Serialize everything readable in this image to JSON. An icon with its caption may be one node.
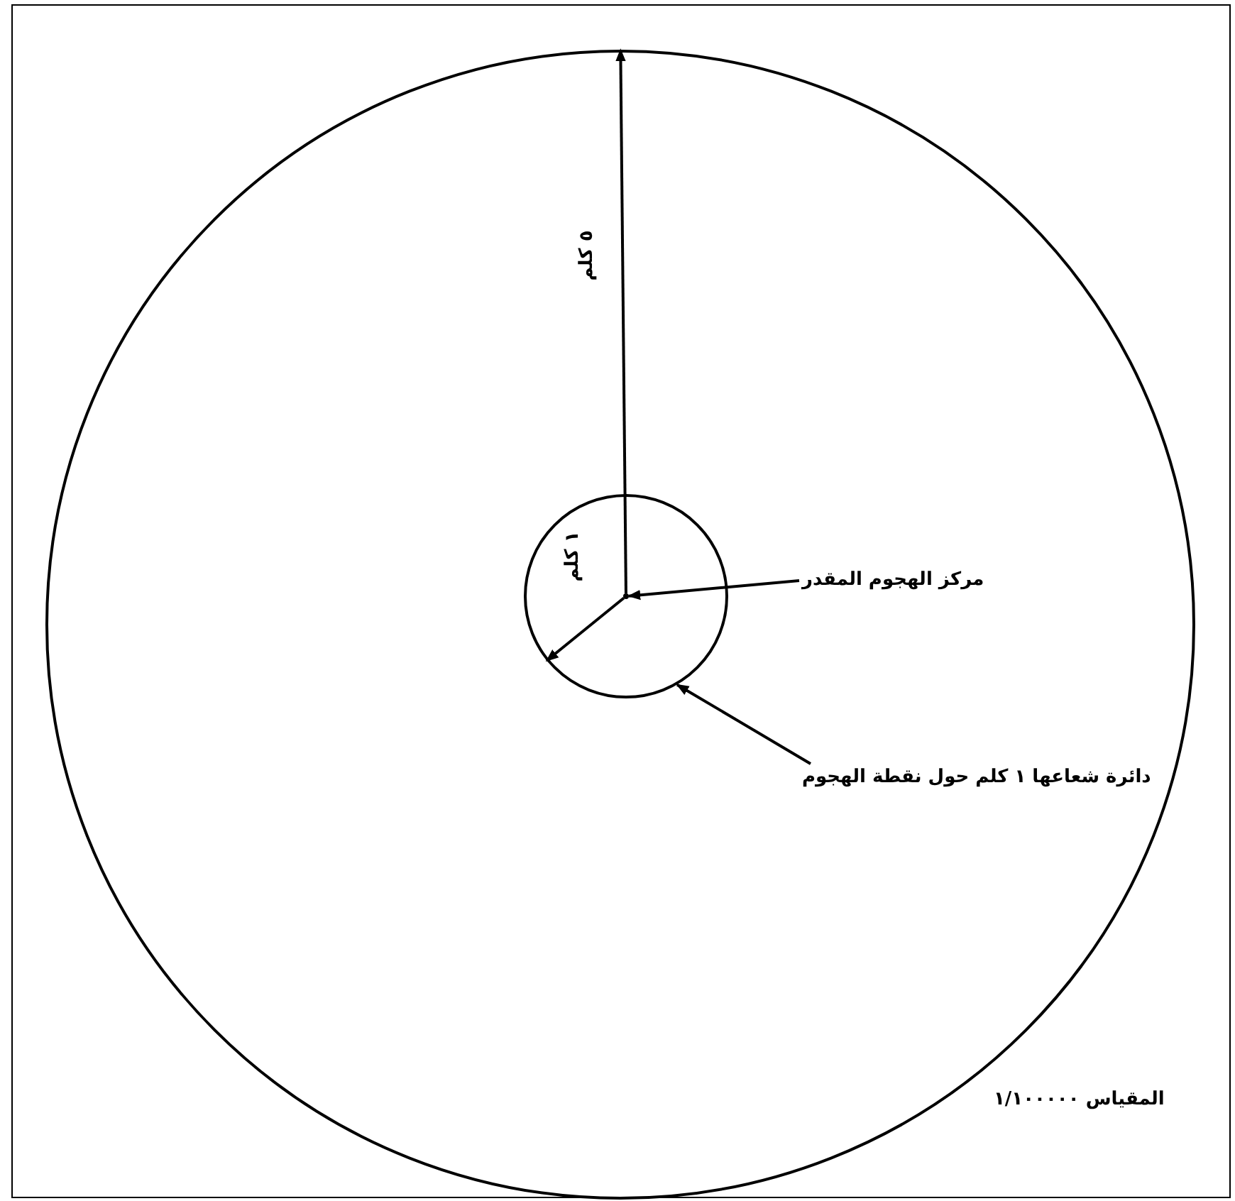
{
  "diagram": {
    "nodes": [
      {
        "text": [],
        "shape": "circle"
      },
      {
        "text": [],
        "shape": "circle",
        "in": 0
      },
      {
        "text": [
          "مركز الهجوم المقدر"
        ],
        "in": 0
      },
      {
        "text": [
          "دائرة شعاعها ١ كلم حول نقطة الهجوم"
        ],
        "in": 0
      },
      {
        "text": [],
        "shape": "dot",
        "in": 1
      }
    ],
    "edges": [
      {
        "from": 2,
        "to": 4,
        "arrow": "to"
      },
      {
        "from": 3,
        "to": 1,
        "arrow": "to"
      },
      {
        "from": 4,
        "to": 0,
        "arrow": "to",
        "label": "٥ كلم"
      },
      {
        "from": 4,
        "to": 1,
        "arrow": "to",
        "label": "١ كلم"
      }
    ],
    "labels": [
      "المقياس ١/١٠٠٠٠٠"
    ]
  }
}
